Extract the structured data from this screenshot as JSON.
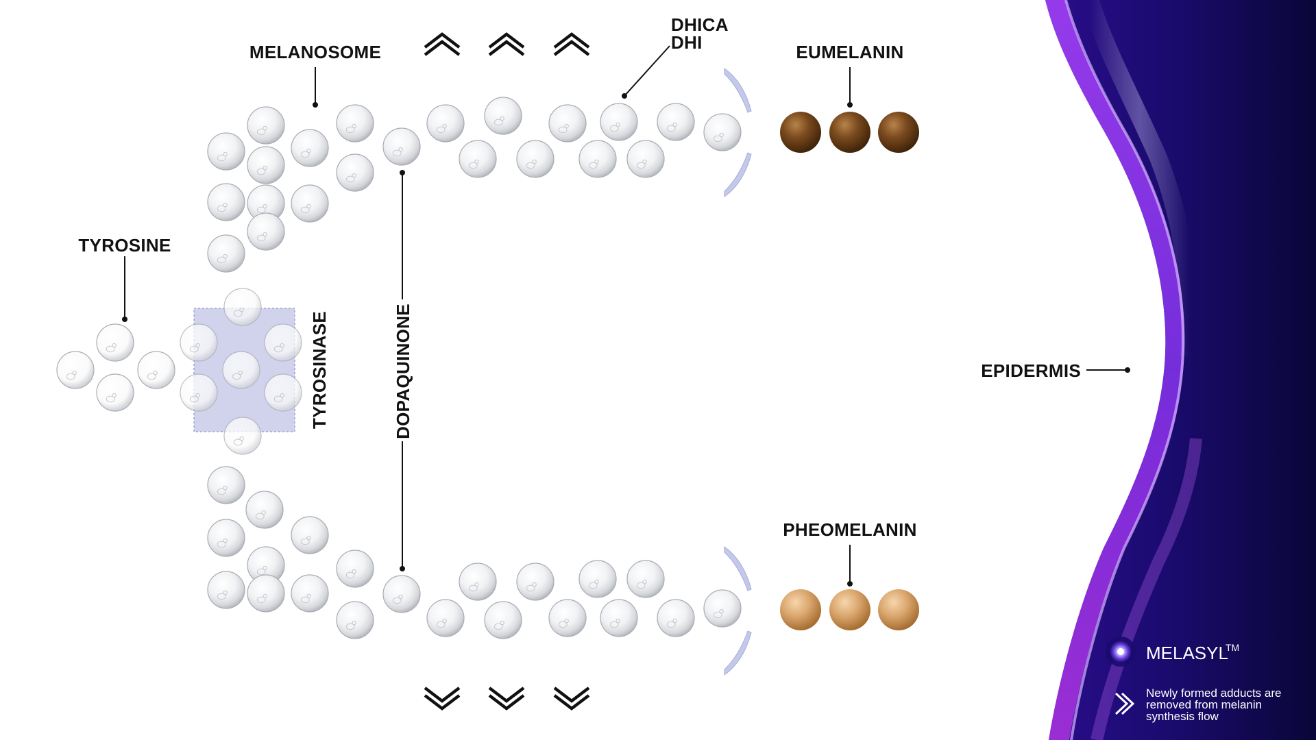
{
  "labels": {
    "melanosome": "MELANOSOME",
    "tyrosine": "TYROSINE",
    "tyrosinase": "TYROSINASE",
    "dopaquinone": "DOPAQUINONE",
    "dhica": "DHICA",
    "dhi": "DHI",
    "eumelanin": "EUMELANIN",
    "pheomelanin": "PHEOMELANIN",
    "epidermis": "EPIDERMIS"
  },
  "legend": {
    "brand": "MELASYL",
    "brand_mark": "TM",
    "note_line1": "Newly formed adducts are",
    "note_line2": "removed from melanin",
    "note_line3": "synthesis flow"
  },
  "icons": {
    "bubble": "clear-molecule-bubble",
    "chevron_up": "chevron-up-icon",
    "chevron_down": "chevron-down-icon",
    "double_chevron": "double-chevron-right-icon",
    "brand_orb": "glowing-orb-icon"
  },
  "colors": {
    "eumelanin": "#7a4a1e",
    "pheomelanin": "#d9a56c",
    "tyrosinase_box": "#c9cbea",
    "membrane": "#c4c8ea",
    "epidermis_dark": "#1a0b6e",
    "epidermis_purple": "#8a2bd8"
  }
}
